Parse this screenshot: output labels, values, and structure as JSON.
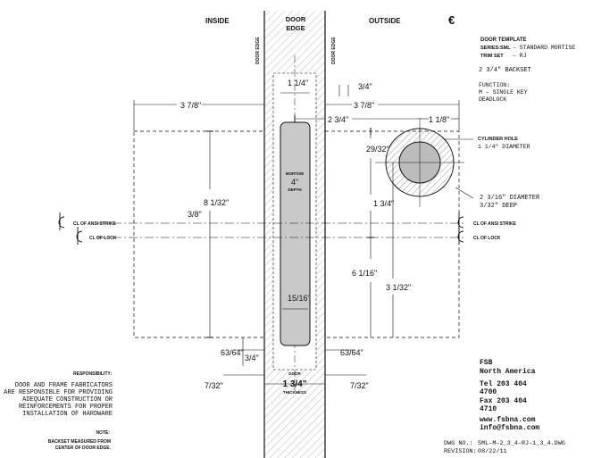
{
  "headers": {
    "inside": "INSIDE",
    "door_edge": [
      "DOOR",
      "EDGE"
    ],
    "outside": "OUTSIDE",
    "logo_symbol": "€",
    "door_edge_vertical": "DOOR EDGE"
  },
  "title_block": {
    "title": "DOOR TEMPLATE",
    "series_label": "SERIES:SML",
    "series_value": "– STANDARD MORTISE",
    "trim_label": "TRIM SET",
    "trim_value": "– RJ",
    "backset": "2 3/4\" BACKSET",
    "function_lines": [
      "FUNCTION:",
      "M – SINGLE KEY",
      "DEADLOCK"
    ]
  },
  "labels": {
    "cylinder_hole": "CYLINDER HOLE",
    "cylinder_diameter": "1 1/4\" DIAMETER",
    "bore_diameter": "2 3/16\" DIAMETER",
    "bore_depth": "3/32\" DEEP",
    "ansi_strike_left": "CL OF ANSI STRIKE",
    "lock_left": "CL OF LOCK",
    "ansi_strike_right": "CL OF ANSI STRIKE",
    "lock_right": "CL OF LOCK",
    "mortise": "MORTISE",
    "mortise_depth_value": "4\"",
    "depth": "DEPTH",
    "door_thickness_label": "DOOR",
    "thickness_value": "1 3/4\"",
    "thickness_word": "THICKNESS"
  },
  "dimensions": {
    "inside_width": "3 7/8\"",
    "top_offset": "1 1/4\"",
    "right_small_top": "3/4\"",
    "outside_width": "3 7/8\"",
    "backset_dim": "2 3/4\"",
    "cyl_radius_h": "1 1/8\"",
    "cyl_offset_v": "29/32\"",
    "mortise_height": "8 1/32\"",
    "strike_offset": "3/8\"",
    "lock_to_bore": "1 3/4\"",
    "mortise_width": "15/16\"",
    "lower_height": "6 1/16\"",
    "lower_right": "3 1/32\"",
    "left_bottom_a": "63/64\"",
    "left_bottom_b": "3/4\"",
    "right_bottom": "63/64\"",
    "left_edge_gap": "7/32\"",
    "right_edge_gap": "7/32\""
  },
  "responsibility": {
    "heading": "RESPONSIBILITY:",
    "lines": [
      "DOOR AND FRAME FABRICATORS",
      "ARE RESPONSIBLE FOR PROVIDING",
      "ADEQUATE CONSTRUCTION OR",
      "REINFORCEMENTS FOR PROPER",
      "INSTALLATION OF HARDWARE"
    ]
  },
  "note": {
    "heading": "NOTE:",
    "lines": [
      "BACKSET MEASURED FROM",
      "CENTER OF DOOR EDGE."
    ]
  },
  "company": {
    "name_lines": [
      "FSB",
      "North America"
    ],
    "tel": [
      "Tel 203 404",
      "4700"
    ],
    "fax": [
      "Fax 203 404",
      "4710"
    ],
    "web": "www.fsbna.com",
    "email": "info@fsbna.com"
  },
  "drawing_info": {
    "dwg_label": "DWG NO.:",
    "dwg_value": "SML–M–2_3_4–RJ–1_3_4.DWG",
    "rev_label": "REVISION:",
    "rev_value": "08/22/11"
  },
  "colors": {
    "line": "#111111",
    "hatch": "#9a9a9a",
    "mortise_fill": "#c9c9c9",
    "ring_fill": "#ffffff",
    "cylinder_fill": "#bcbcbc"
  }
}
